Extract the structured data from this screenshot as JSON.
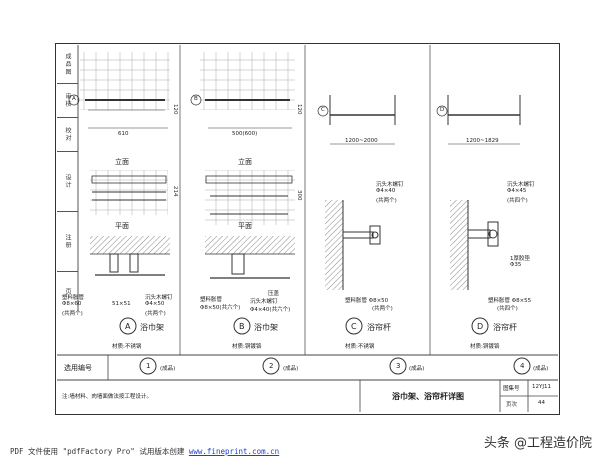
{
  "side_labels": [
    "成\n品\n图",
    "审\n核",
    "校\n对",
    "设\n计",
    "注\n册",
    "页"
  ],
  "columns": [
    {
      "letter": "A",
      "dim_top": "610",
      "dim_side": "120",
      "label_elev": "立面",
      "label_plan": "平面",
      "dim_h": "214",
      "c1": "塑料胀管",
      "c1b": "Φ8×60",
      "c1c": "(共两个)",
      "c2": "51×51",
      "c3": "沉头木螺钉",
      "c3b": "Φ4×50",
      "c3c": "(共两个)",
      "cap": "浴巾架",
      "mat": "材质:不锈钢",
      "num": "1",
      "sel": "(成品)"
    },
    {
      "letter": "B",
      "dim_top": "500(600)",
      "dim_side": "120",
      "label_elev": "立面",
      "label_plan": "平面",
      "dim_h": "300",
      "c1": "塑料胀管",
      "c1b": "Φ8×50(共六个)",
      "c2": "压盖",
      "c3": "沉头木螺钉",
      "c3b": "Φ4×40(共六个)",
      "cap": "浴巾架",
      "mat": "材质:铜镀铬",
      "num": "2",
      "sel": "(成品)"
    },
    {
      "letter": "C",
      "dim_top": "1200~2000",
      "c1": "沉头木螺钉",
      "c1b": "Φ4×40",
      "c1c": "(共两个)",
      "c2": "塑料胀管 Φ8×50",
      "c2b": "(共两个)",
      "cap": "浴帘杆",
      "mat": "材质:不锈钢",
      "num": "3",
      "sel": "(成品)"
    },
    {
      "letter": "D",
      "dim_top": "1200~1829",
      "c1": "沉头木螺钉",
      "c1b": "Φ4×45",
      "c1c": "(共四个)",
      "c2": "1厚胶垫",
      "c2b": "Φ35",
      "c3": "塑料胀管 Φ8×55",
      "c3b": "(共四个)",
      "cap": "浴帘杆",
      "mat": "材质:铜镀铬",
      "num": "4",
      "sel": "(成品)"
    }
  ],
  "select_label": "选用编号",
  "note": "注:墙材料、肉墙面做法按工程设计。",
  "title_block": {
    "title": "浴巾架、浴帘杆详图",
    "atlas_label": "图集号",
    "atlas_no": "12YJ11",
    "page_label": "页次",
    "page_no": "44"
  },
  "footer": {
    "text": "PDF 文件使用 \"pdfFactory Pro\" 试用版本创建 ",
    "link": "www.fineprint.com.cn"
  },
  "watermark": "头条 @工程造价院"
}
